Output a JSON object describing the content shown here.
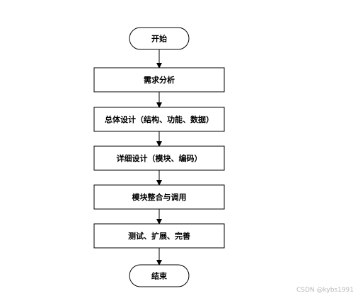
{
  "flowchart": {
    "start": "开始",
    "steps": [
      "需求分析",
      "总体设计（结构、功能、数据）",
      "详细设计（模块、编码）",
      "模块整合与调用",
      "测试、扩展、完善"
    ],
    "end": "结束"
  },
  "watermark": "CSDN @kybs1991",
  "colors": {
    "stroke": "#000000",
    "fill": "#ffffff",
    "watermark": "#b8b8b8"
  }
}
